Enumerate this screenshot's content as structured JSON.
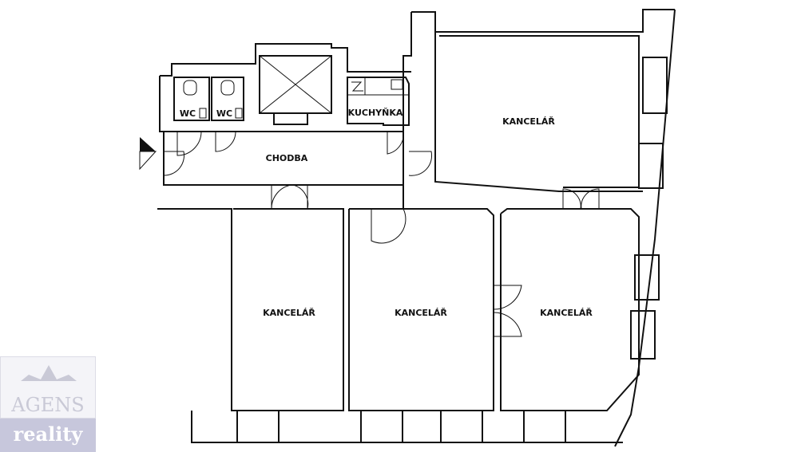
{
  "plan": {
    "rooms": {
      "office_top": "KANCELÁŘ",
      "office_left": "KANCELÁŘ",
      "office_middle": "KANCELÁŘ",
      "office_right": "KANCELÁŘ",
      "corridor": "CHODBA",
      "kitchen": "KUCHYŇKA",
      "wc1": "WC",
      "wc2": "WC"
    }
  },
  "logo": {
    "brand": "AGENS",
    "sub": "reality"
  }
}
